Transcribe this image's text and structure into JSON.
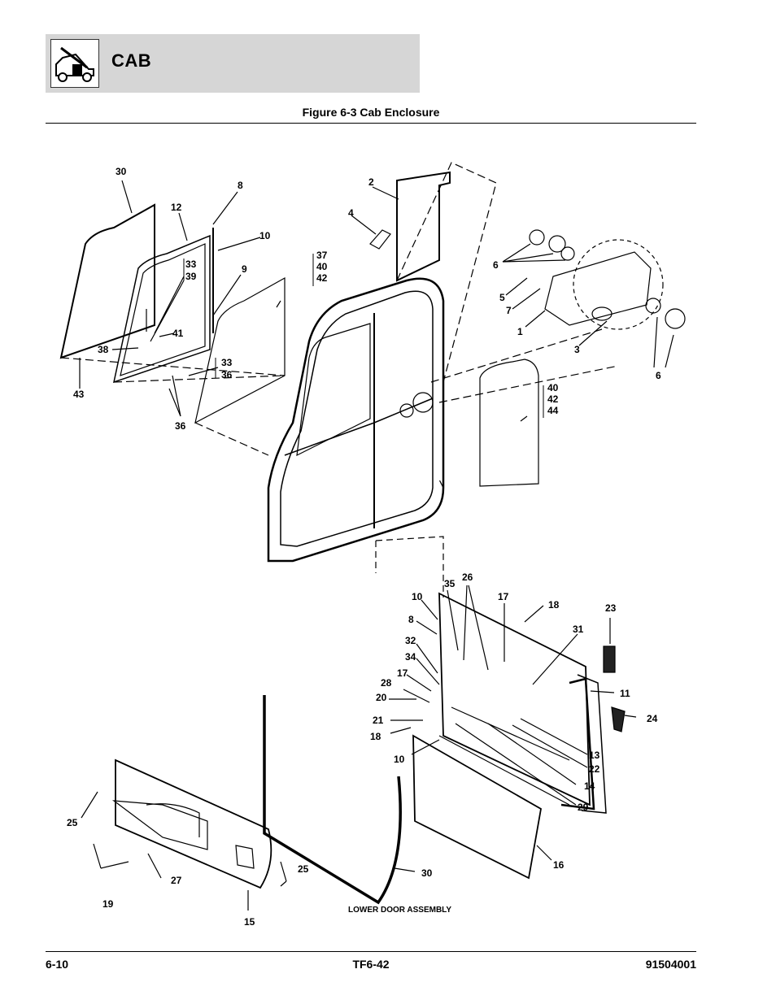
{
  "header": {
    "section_title": "CAB",
    "icon": "telehandler-machine-icon"
  },
  "figure": {
    "title": "Figure 6-3 Cab Enclosure"
  },
  "diagram": {
    "callouts": [
      "30",
      "12",
      "8",
      "10",
      "9",
      "2",
      "4",
      "6",
      "5",
      "7",
      "1",
      "3",
      "6",
      "33\n39",
      "41",
      "38",
      "43",
      "33\n36",
      "36",
      "37\n40\n42",
      "40\n42\n44",
      "10",
      "35",
      "26",
      "17",
      "18",
      "8",
      "32",
      "34",
      "31",
      "23",
      "17",
      "28",
      "20",
      "21",
      "18",
      "11",
      "24",
      "10",
      "13",
      "22",
      "14",
      "29",
      "25",
      "27",
      "19",
      "15",
      "25",
      "30",
      "16"
    ],
    "lower_caption": "LOWER DOOR ASSEMBLY"
  },
  "footer": {
    "page": "6-10",
    "model": "TF6-42",
    "part_number": "91504001"
  }
}
